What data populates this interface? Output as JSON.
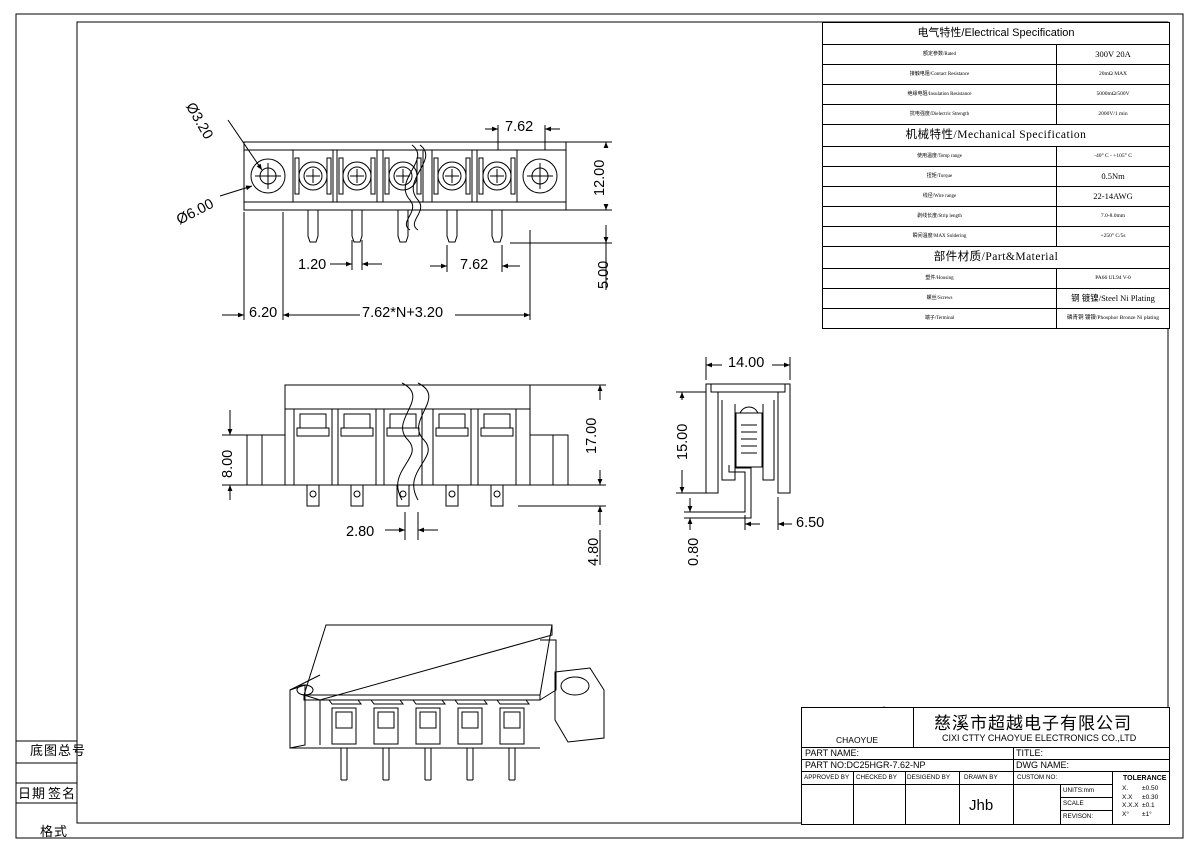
{
  "dimensions": {
    "d_hole": "Ø3.20",
    "d_outer": "Ø6.00",
    "pitch_top": "7.62",
    "height_12": "12.00",
    "pin_1_20": "1.20",
    "pitch_bottom": "7.62",
    "pin_len_5": "5.00",
    "edge_6_20": "6.20",
    "total_len": "7.62*N+3.20",
    "w_14": "14.00",
    "h_15": "15.00",
    "h_8": "8.00",
    "h_17": "17.00",
    "w_2_80": "2.80",
    "h_4_80": "4.80",
    "t_0_80": "0.80",
    "w_6_50": "6.50"
  },
  "spec": {
    "electrical_title": "电气特性/Electrical Specification",
    "electrical_rows": [
      {
        "k": "额定参数/Rated",
        "v": "300V  20A"
      },
      {
        "k": "接触电阻/Contact Resistance",
        "v": "20mΩ MAX"
      },
      {
        "k": "绝缘电阻/Insulation Resistance",
        "v": "5000mΩ/500V"
      },
      {
        "k": "抗电强度/Dielectric Strength",
        "v": "2000V/1 min"
      }
    ],
    "mechanical_title": "机械特性/Mechanical Specification",
    "mechanical_rows": [
      {
        "k": "使用温度/Temp range",
        "v": "-40° C - +105° C"
      },
      {
        "k": "扭矩/Torque",
        "v": "0.5Nm"
      },
      {
        "k": "线径/Wire range",
        "v": "22-14AWG"
      },
      {
        "k": "剥线长度/Strip length",
        "v": "7.0-8.0mm"
      },
      {
        "k": "瞬间温度/MAX Soldering",
        "v": "+250° C/5s"
      }
    ],
    "material_title": "部件材质/Part&Material",
    "material_rows": [
      {
        "k": "塑件/Housing",
        "v": "PA66 UL94 V-0"
      },
      {
        "k": "螺丝/Screws",
        "v": "钢 镀镍/Steel Ni Plating"
      },
      {
        "k": "端子/Terminal",
        "v": "磷青铜 镀镍/Phosphor Bronze Ni plating"
      }
    ]
  },
  "titleblock": {
    "logo_text": "CHAOYUE",
    "company_cn": "慈溪市超越电子有限公司",
    "company_en": "CIXI CTTY CHAOYUE ELECTRONICS CO.,LTD",
    "part_name_label": "PART NAME:",
    "part_no": "PART NO:DC25HGR-7.62-NP",
    "title_label": "TITLE:",
    "dwg_label": "DWG NAME:",
    "approved": "APPROVED BY",
    "checked": "CHECKED BY",
    "designed": "DESIGEND BY",
    "drawn": "DRAWN BY",
    "drawn_value": "Jhb",
    "custom": "CUSTOM NO:",
    "units": "UNITS:mm",
    "scale": "SCALE",
    "revision": "REVISON:",
    "tolerance": "TOLERANCE",
    "tol_rows": [
      {
        "k": "X.",
        "v": "±0.50"
      },
      {
        "k": "X.X",
        "v": "±0.30"
      },
      {
        "k": "X.X.X",
        "v": "±0.1"
      },
      {
        "k": "X°",
        "v": "±1°"
      }
    ]
  },
  "side_labels": {
    "base_total": "底图总号",
    "date_sign": "日期",
    "sign": "签名",
    "format": "格式"
  }
}
